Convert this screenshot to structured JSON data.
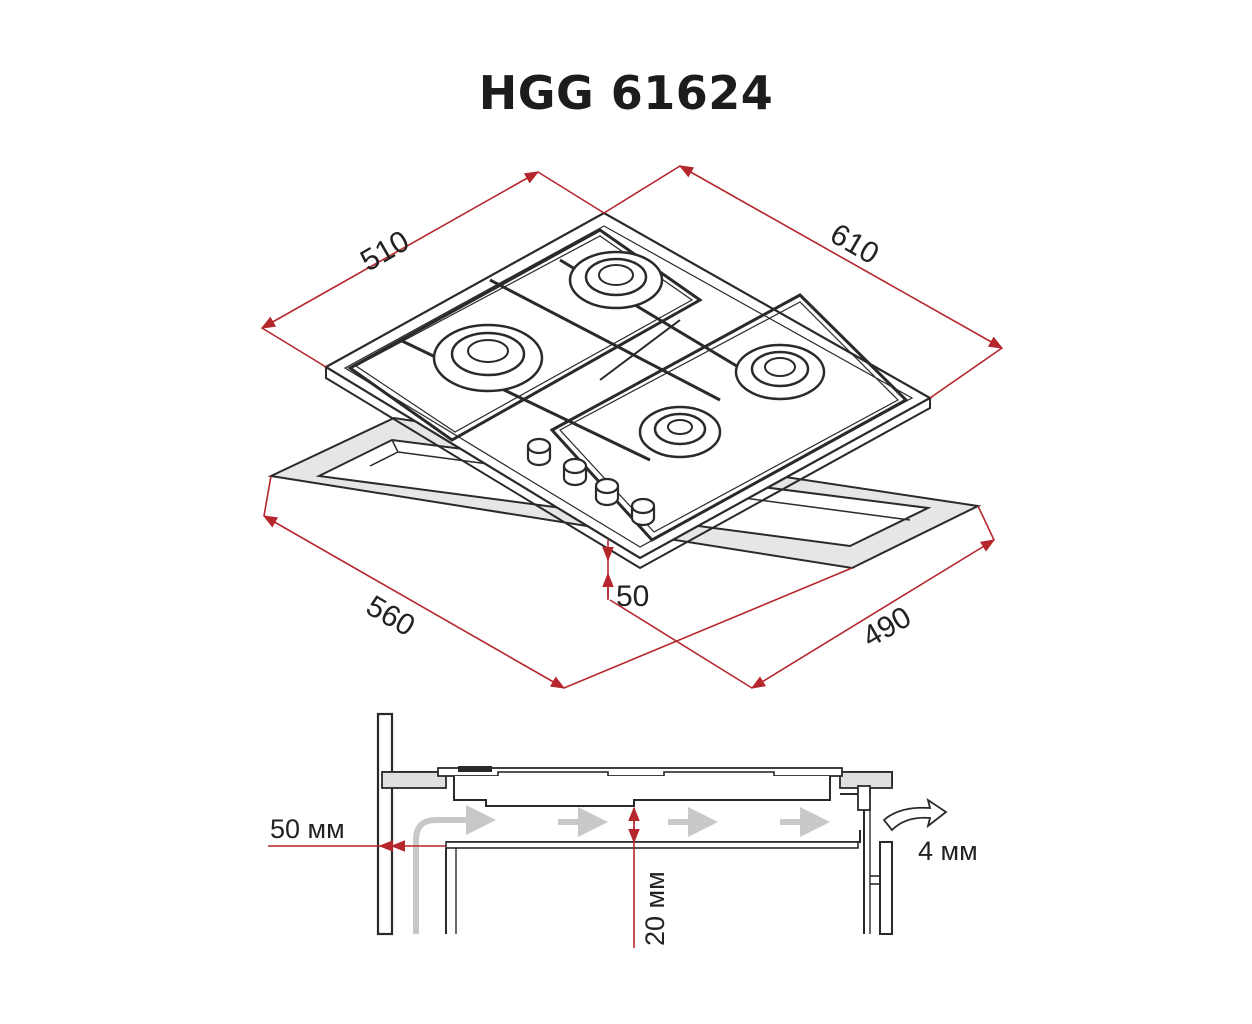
{
  "title": "HGG 61624",
  "top_view": {
    "width_label": "610",
    "depth_label": "510",
    "cutout_width_label": "560",
    "cutout_depth_label": "490",
    "margin_label": "50"
  },
  "section_view": {
    "wall_gap_label": "50 мм",
    "vent_gap_label": "20 мм",
    "rear_gap_label": "4 мм"
  },
  "colors": {
    "dimension": "#b5272d",
    "outline": "#2a2a2a",
    "cutout_fill": "#e6e6e6",
    "airflow": "#c8c8c8"
  }
}
